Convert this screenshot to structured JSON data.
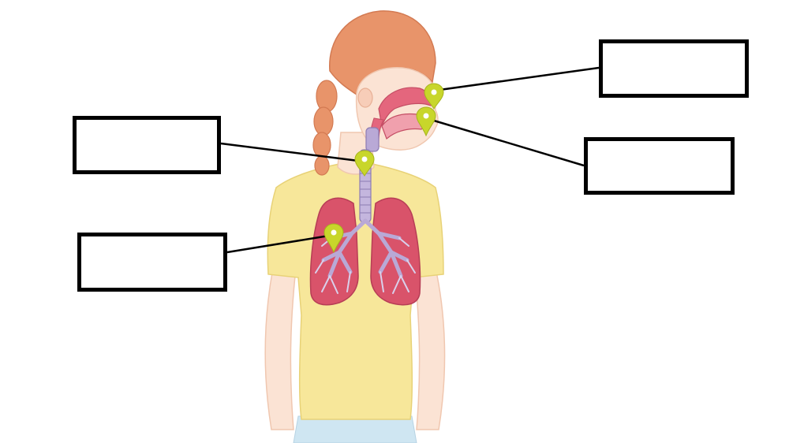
{
  "diagram": {
    "subject": "",
    "labels": [
      {
        "id": "box-left-top",
        "text": ""
      },
      {
        "id": "box-left-bottom",
        "text": ""
      },
      {
        "id": "box-right-top",
        "text": ""
      },
      {
        "id": "box-right-bottom",
        "text": ""
      }
    ]
  },
  "colors": {
    "background": "#ffffff",
    "box_border": "#000000",
    "leader_line": "#000000",
    "marker": "#c8d62b",
    "hair": "#e8946a",
    "skin": "#fbe3d4",
    "shirt": "#f7e79a",
    "lungs": "#d9536a",
    "airway": "#b9a9d6"
  },
  "icons": [
    "pin-marker-icon"
  ]
}
